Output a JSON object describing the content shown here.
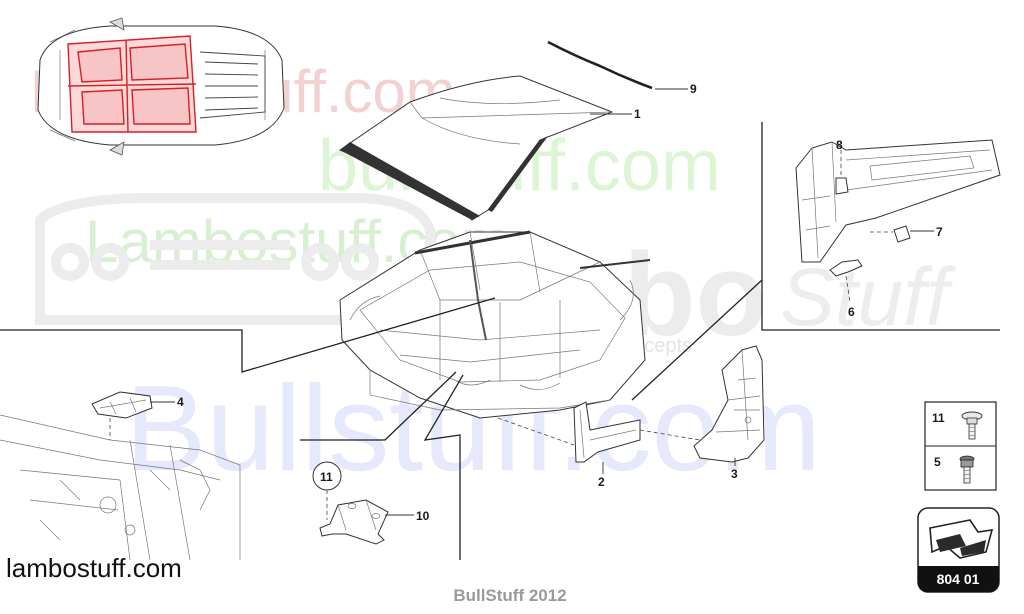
{
  "watermarks": {
    "lambo_top": "Lambostuff.com",
    "bull_green": "bullstuff.com",
    "lambo_mid": "Lambostuff.com",
    "lambo_big": "lambo",
    "stuff_script": "Stuff",
    "bull_blue": "Bullstuff.com",
    "concepts": "concepts"
  },
  "callouts": {
    "roof_seal": "9",
    "roof_panel": "1",
    "bracket_upper": "8",
    "bracket_mid": "7",
    "bracket_lower": "6",
    "floor_plate": "4",
    "sill_front": "2",
    "pillar_rear": "3",
    "mount_bracket": "10",
    "mount_circle": "11"
  },
  "fastener_legend": {
    "item_a": "11",
    "item_b": "5"
  },
  "page_badge": "804 01",
  "corner_watermark": "lambostuff.com",
  "footer_credit": "BullStuff 2012"
}
